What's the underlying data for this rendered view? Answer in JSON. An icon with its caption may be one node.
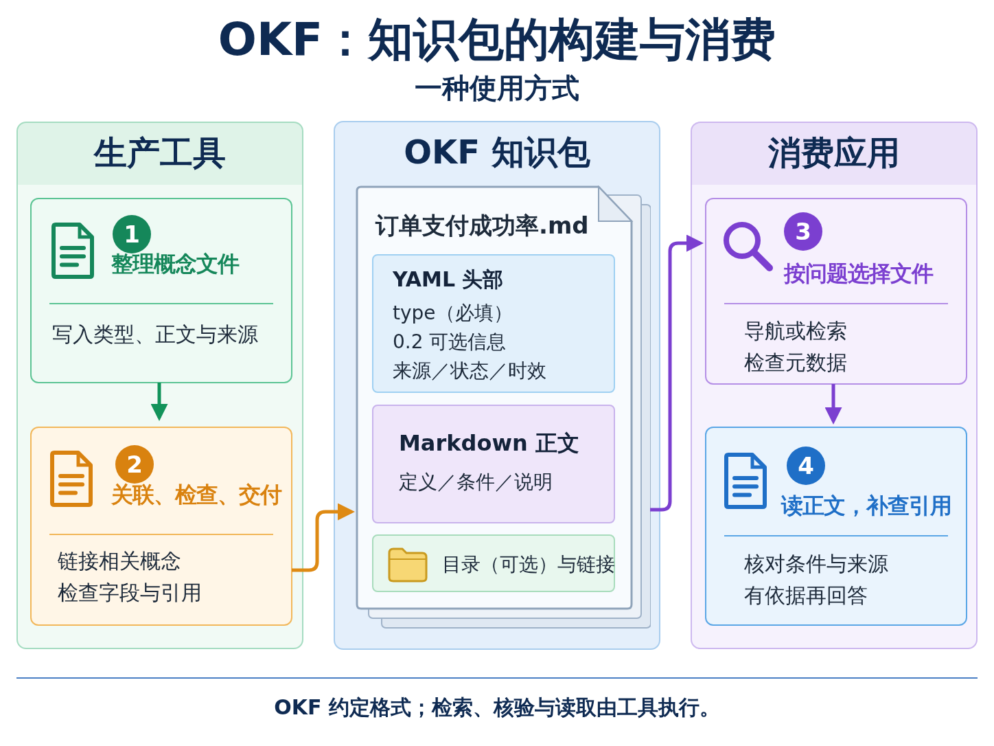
{
  "diagram": {
    "title": "OKF：知识包的构建与消费",
    "caption": "OKF 约定格式；检索、核验与读取由工具执行。",
    "nodes": [
      {
        "text": [
          "生产工具"
        ]
      },
      {
        "text": [
          "1",
          "整理概念文件",
          "写入类型、正文与来源"
        ],
        "in": 0
      },
      {
        "text": [
          "2",
          "关联、检查、交付",
          "链接相关概念",
          "检查字段与引用"
        ],
        "in": 0
      },
      {
        "text": [
          "OKF 知识包"
        ]
      },
      {
        "text": [
          "订单支付成功率.md"
        ],
        "in": 3
      },
      {
        "text": [
          "YAML 头部",
          "type（必填）",
          "0.2 可选信息",
          "来源／状态／时效"
        ],
        "in": 4
      },
      {
        "text": [
          "Markdown 正文",
          "定义／条件／说明"
        ],
        "in": 4
      },
      {
        "text": [
          "目录（可选）与链接"
        ],
        "in": 4
      },
      {
        "text": [
          "消费应用"
        ]
      },
      {
        "text": [
          "3",
          "按问题选择文件",
          "导航或检索",
          "检查元数据"
        ],
        "in": 8
      },
      {
        "text": [
          "4",
          "读正文，补查引用",
          "核对条件与来源",
          "有依据再回答"
        ],
        "in": 8
      }
    ],
    "edges": [
      {
        "from": 1,
        "to": 2,
        "arrow": "to",
        "color": "#12935a"
      },
      {
        "from": 2,
        "to": 4,
        "arrow": "to",
        "color": "#de8a14"
      },
      {
        "from": 4,
        "to": 9,
        "arrow": "to",
        "color": "#7b3fd0"
      },
      {
        "from": 9,
        "to": 10,
        "arrow": "to",
        "color": "#7b3fd0"
      }
    ],
    "labels": [
      "一种使用方式"
    ]
  }
}
